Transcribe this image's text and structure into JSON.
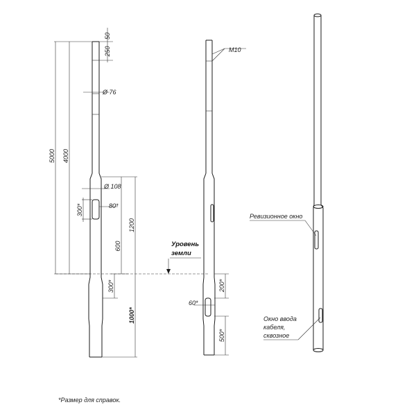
{
  "dimensions": {
    "d50": "50",
    "d250": "250",
    "d76": "Ø 76",
    "d108": "Ø 108",
    "d5000": "5000",
    "d4000": "4000",
    "d80": "80*",
    "d300a": "300*",
    "d1200": "1200",
    "d600": "600",
    "d300b": "300*",
    "d1000": "1000*",
    "d200": "200*",
    "d60": "60*",
    "d500": "500*"
  },
  "labels": {
    "m10": "M10",
    "ground_line1": "Уровень",
    "ground_line2": "земли",
    "inspection_window": "Ревизионное окно",
    "cable_window_line1": "Окно ввода",
    "cable_window_line2": "кабеля,",
    "cable_window_line3": "сквозное"
  },
  "footnote": "*Размер для справок.",
  "colors": {
    "line": "#1a1a1a",
    "background": "#ffffff"
  }
}
